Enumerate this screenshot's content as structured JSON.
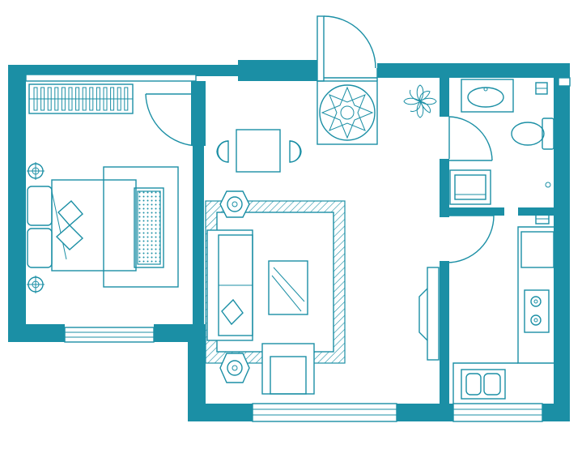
{
  "plan": {
    "watermark_text": "",
    "colors": {
      "wall": "#1b8fa5",
      "background": "#ffffff"
    },
    "rooms": [
      "bedroom",
      "living-room",
      "dining-area",
      "bathroom",
      "kitchen",
      "entry"
    ]
  }
}
